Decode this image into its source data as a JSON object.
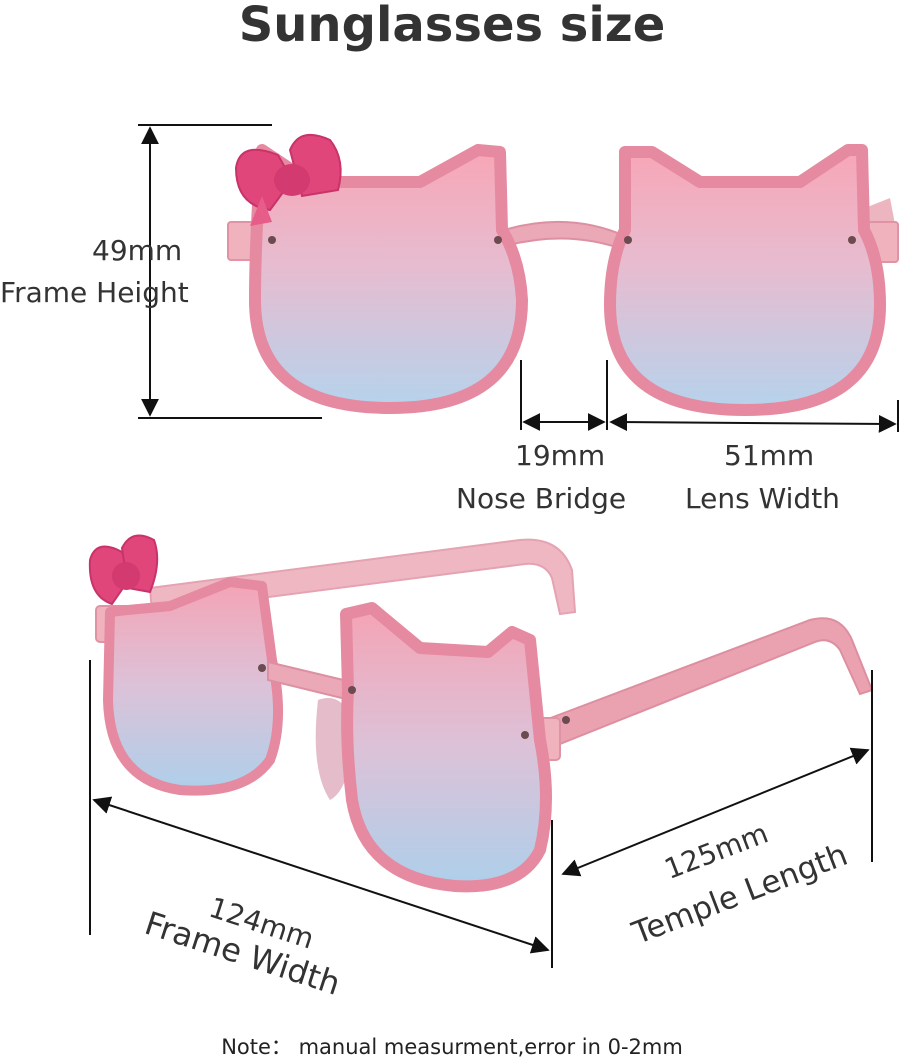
{
  "title": "Sunglasses size",
  "measurements": {
    "frame_height": {
      "value": "49mm",
      "label": "Frame Height"
    },
    "nose_bridge": {
      "value": "19mm",
      "label": "Nose Bridge"
    },
    "lens_width": {
      "value": "51mm",
      "label": "Lens Width"
    },
    "frame_width": {
      "value": "124mm",
      "label": "Frame Width"
    },
    "temple_length": {
      "value": "125mm",
      "label": "Temple Length"
    }
  },
  "note": "Note： manual measurment,error in 0-2mm",
  "colors": {
    "frame_pink": "#e98aa0",
    "lens_pink": "#f7a8b8",
    "lens_blue": "#b5d3ec",
    "bow_pink": "#e0467a",
    "line": "#111111"
  }
}
